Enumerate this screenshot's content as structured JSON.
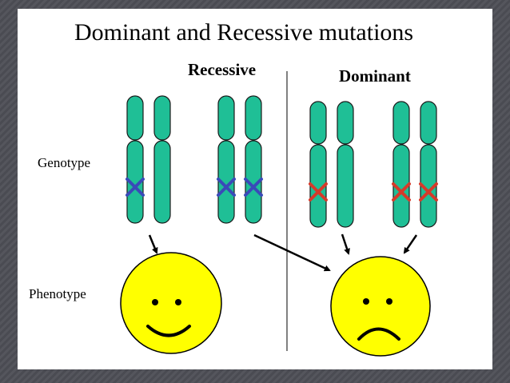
{
  "slide": {
    "title": "Dominant and Recessive mutations",
    "headers": {
      "recessive": "Recessive",
      "dominant": "Dominant"
    },
    "row_labels": {
      "genotype": "Genotype",
      "phenotype": "Phenotype"
    }
  },
  "colors": {
    "frame": "#55565d",
    "slide_bg": "#ffffff",
    "chromosome": "#1fbf96",
    "recessive_mark": "#3a4ab8",
    "dominant_mark": "#d63a2a",
    "face": "#ffff00"
  },
  "faces": [
    {
      "expression": "happy"
    },
    {
      "expression": "sad"
    }
  ]
}
